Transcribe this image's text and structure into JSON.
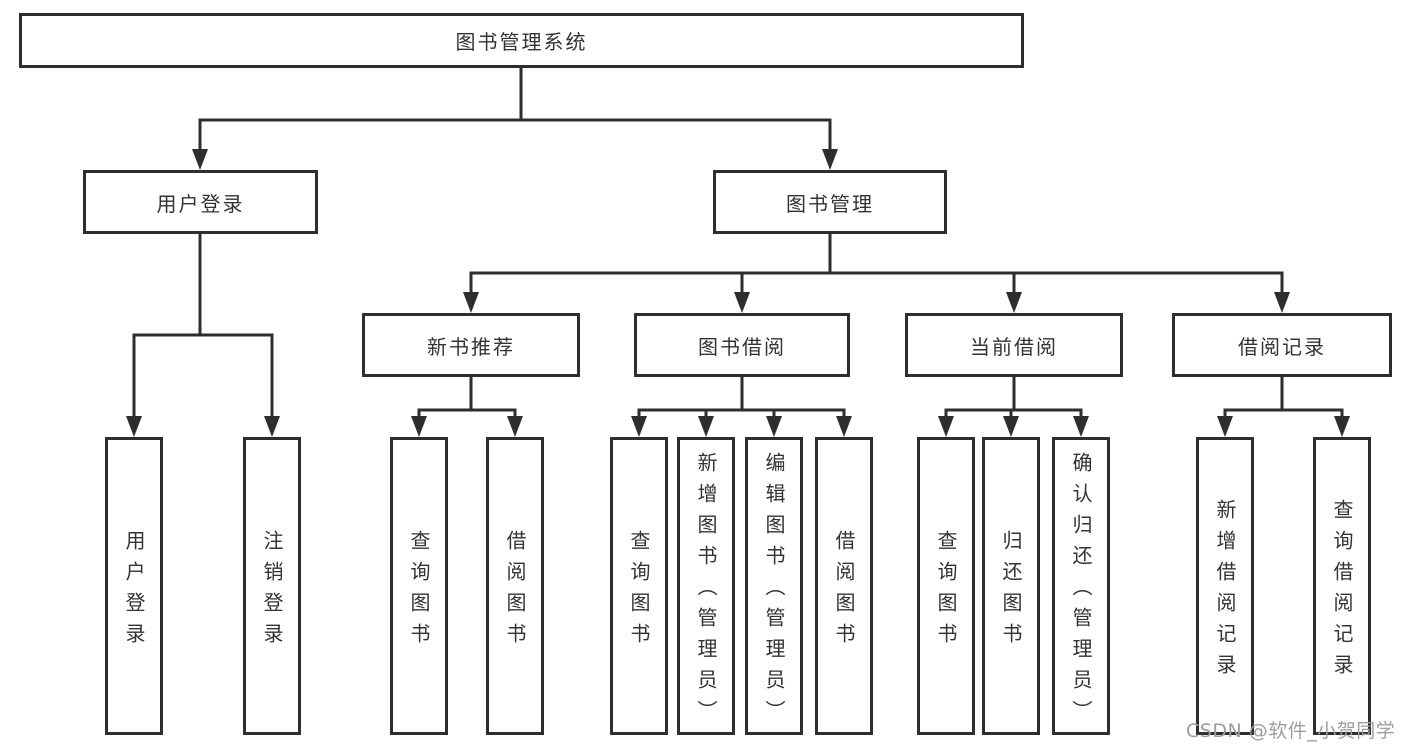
{
  "diagram": {
    "root": {
      "label": "图书管理系统"
    },
    "login_branch": {
      "label": "用户登录",
      "children": [
        {
          "label": "用户登录"
        },
        {
          "label": "注销登录"
        }
      ]
    },
    "management_branch": {
      "label": "图书管理",
      "sections": [
        {
          "label": "新书推荐",
          "children": [
            {
              "label": "查询图书"
            },
            {
              "label": "借阅图书"
            }
          ]
        },
        {
          "label": "图书借阅",
          "children": [
            {
              "label": "查询图书"
            },
            {
              "label": "新增图书（管理员）"
            },
            {
              "label": "编辑图书（管理员）"
            },
            {
              "label": "借阅图书"
            }
          ]
        },
        {
          "label": "当前借阅",
          "children": [
            {
              "label": "查询图书"
            },
            {
              "label": "归还图书"
            },
            {
              "label": "确认归还（管理员）"
            }
          ]
        },
        {
          "label": "借阅记录",
          "children": [
            {
              "label": "新增借阅记录"
            },
            {
              "label": "查询借阅记录"
            }
          ]
        }
      ]
    }
  },
  "watermark": "CSDN @软件_小贺同学",
  "colors": {
    "line": "#2e2e2e",
    "box_border": "#2e2e2e",
    "box_fill": "#ffffff",
    "text": "#333333",
    "watermark": "#9e9e9e",
    "background": "#ffffff"
  }
}
